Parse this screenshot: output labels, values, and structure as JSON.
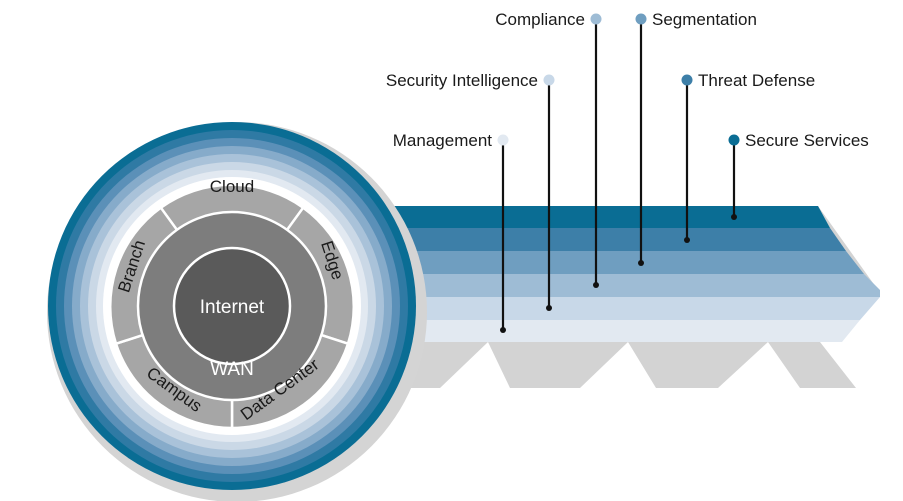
{
  "diagram": {
    "core": "Internet",
    "middle_ring": "WAN",
    "outer_segments": [
      "Cloud",
      "Edge",
      "Data Center",
      "Campus",
      "Branch"
    ],
    "layers": [
      {
        "label": "Secure Services",
        "color": "#0a6d94"
      },
      {
        "label": "Threat Defense",
        "color": "#3d7fa8"
      },
      {
        "label": "Segmentation",
        "color": "#6f9ec0"
      },
      {
        "label": "Compliance",
        "color": "#9ebcd5"
      },
      {
        "label": "Security Intelligence",
        "color": "#c8d8e8"
      },
      {
        "label": "Management",
        "color": "#e2e9f1"
      }
    ]
  }
}
